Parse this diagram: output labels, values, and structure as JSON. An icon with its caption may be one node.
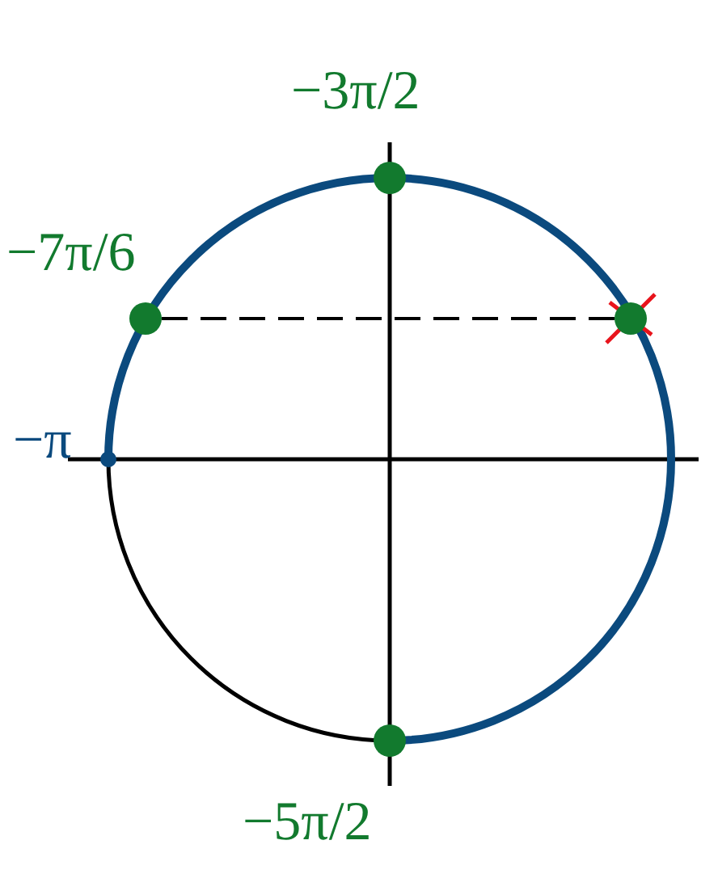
{
  "diagram": {
    "nodes": [
      {
        "text": [],
        "shape": "circle"
      },
      {
        "text": [],
        "shape": "circle"
      }
    ],
    "edges": [
      {
        "from": 0,
        "to": 1,
        "arrow": "none",
        "style": "dashed"
      }
    ],
    "labels": [
      "−3π/2",
      "−7π/6",
      "−π",
      "−5π/2"
    ]
  }
}
